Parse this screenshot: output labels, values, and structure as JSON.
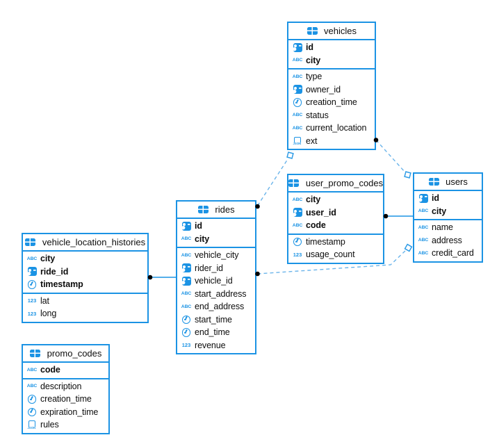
{
  "diagram": {
    "colors": {
      "table_border": "#1b93e4",
      "icon_blue": "#1b93e4",
      "relation_solid": "#1b93e4",
      "relation_dashed": "#6ab4ea",
      "marker_dot": "#000000",
      "marker_diamond_fill": "#ffffff",
      "marker_diamond_stroke": "#2f9ce6",
      "text": "#0d0d0d",
      "background": "#ffffff"
    },
    "tables": [
      {
        "name": "vehicles",
        "icon": "table-icon",
        "primary_keys": [
          {
            "label": "id",
            "icon": "identifier-icon"
          },
          {
            "label": "city",
            "icon": "string-icon"
          }
        ],
        "columns": [
          {
            "label": "type",
            "icon": "string-icon"
          },
          {
            "label": "owner_id",
            "icon": "identifier-icon"
          },
          {
            "label": "creation_time",
            "icon": "timestamp-icon"
          },
          {
            "label": "status",
            "icon": "string-icon"
          },
          {
            "label": "current_location",
            "icon": "string-icon"
          },
          {
            "label": "ext",
            "icon": "json-icon"
          }
        ]
      },
      {
        "name": "user_promo_codes",
        "icon": "table-icon",
        "primary_keys": [
          {
            "label": "city",
            "icon": "string-icon"
          },
          {
            "label": "user_id",
            "icon": "identifier-icon"
          },
          {
            "label": "code",
            "icon": "string-icon"
          }
        ],
        "columns": [
          {
            "label": "timestamp",
            "icon": "timestamp-icon"
          },
          {
            "label": "usage_count",
            "icon": "number-icon"
          }
        ]
      },
      {
        "name": "users",
        "icon": "table-icon",
        "primary_keys": [
          {
            "label": "id",
            "icon": "identifier-icon"
          },
          {
            "label": "city",
            "icon": "string-icon"
          }
        ],
        "columns": [
          {
            "label": "name",
            "icon": "string-icon"
          },
          {
            "label": "address",
            "icon": "string-icon"
          },
          {
            "label": "credit_card",
            "icon": "string-icon"
          }
        ]
      },
      {
        "name": "rides",
        "icon": "table-icon",
        "primary_keys": [
          {
            "label": "id",
            "icon": "identifier-icon"
          },
          {
            "label": "city",
            "icon": "string-icon"
          }
        ],
        "columns": [
          {
            "label": "vehicle_city",
            "icon": "string-icon"
          },
          {
            "label": "rider_id",
            "icon": "identifier-icon"
          },
          {
            "label": "vehicle_id",
            "icon": "identifier-icon"
          },
          {
            "label": "start_address",
            "icon": "string-icon"
          },
          {
            "label": "end_address",
            "icon": "string-icon"
          },
          {
            "label": "start_time",
            "icon": "timestamp-icon"
          },
          {
            "label": "end_time",
            "icon": "timestamp-icon"
          },
          {
            "label": "revenue",
            "icon": "number-icon"
          }
        ]
      },
      {
        "name": "vehicle_location_histories",
        "icon": "table-icon",
        "primary_keys": [
          {
            "label": "city",
            "icon": "string-icon"
          },
          {
            "label": "ride_id",
            "icon": "identifier-icon"
          },
          {
            "label": "timestamp",
            "icon": "timestamp-icon"
          }
        ],
        "columns": [
          {
            "label": "lat",
            "icon": "number-icon"
          },
          {
            "label": "long",
            "icon": "number-icon"
          }
        ]
      },
      {
        "name": "promo_codes",
        "icon": "table-icon",
        "primary_keys": [
          {
            "label": "code",
            "icon": "string-icon"
          }
        ],
        "columns": [
          {
            "label": "description",
            "icon": "string-icon"
          },
          {
            "label": "creation_time",
            "icon": "timestamp-icon"
          },
          {
            "label": "expiration_time",
            "icon": "timestamp-icon"
          },
          {
            "label": "rules",
            "icon": "json-icon"
          }
        ]
      }
    ],
    "relations": [
      {
        "from_table": "rides",
        "to_table": "vehicles",
        "line_style": "dashed",
        "from_marker": "dot",
        "to_marker": "diamond"
      },
      {
        "from_table": "vehicles",
        "to_table": "users",
        "line_style": "dashed",
        "from_marker": "dot",
        "to_marker": "diamond"
      },
      {
        "from_table": "rides",
        "to_table": "users",
        "line_style": "dashed",
        "from_marker": "dot",
        "to_marker": "diamond"
      },
      {
        "from_table": "vehicle_location_histories",
        "to_table": "rides",
        "line_style": "solid",
        "from_marker": "dot",
        "to_marker": "none"
      },
      {
        "from_table": "user_promo_codes",
        "to_table": "users",
        "line_style": "solid",
        "from_marker": "dot",
        "to_marker": "none"
      }
    ]
  }
}
